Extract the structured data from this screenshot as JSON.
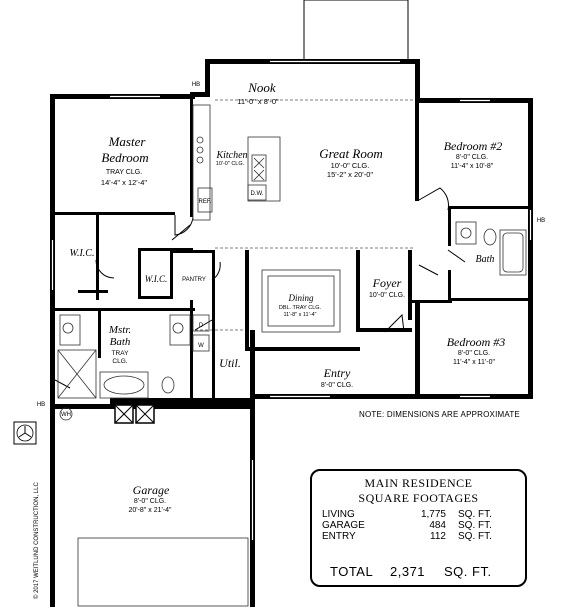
{
  "rooms": {
    "nook": {
      "name": "Nook",
      "dim": "11'-0\" x 8'-0\""
    },
    "master": {
      "name1": "Master",
      "name2": "Bedroom",
      "ceiling": "TRAY CLG.",
      "dim": "14'-4\" x 12'-4\""
    },
    "kitchen": {
      "name": "Kitchen",
      "ceiling": "10'-0\" CLG."
    },
    "great": {
      "name": "Great Room",
      "ceiling": "10'-0\" CLG.",
      "dim": "15'-2\" x 20'-0\""
    },
    "bed2": {
      "name": "Bedroom #2",
      "ceiling": "8'-0\" CLG.",
      "dim": "11'-4\" x 10'-8\""
    },
    "bath": {
      "name": "Bath"
    },
    "wic1": {
      "name": "W.I.C."
    },
    "wic2": {
      "name": "W.I.C."
    },
    "pantry": {
      "name": "PANTRY"
    },
    "foyer": {
      "name": "Foyer",
      "ceiling": "10'-0\" CLG."
    },
    "dining": {
      "name": "Dining",
      "ceiling": "DBL. TRAY CLG.",
      "dim": "11'-8\" x 11'-4\""
    },
    "mstr_bath": {
      "name1": "Mstr.",
      "name2": "Bath",
      "ceiling1": "TRAY",
      "ceiling2": "CLG."
    },
    "util": {
      "name": "Util."
    },
    "bed3": {
      "name": "Bedroom #3",
      "ceiling": "8'-0\" CLG.",
      "dim": "11'-4\" x 11'-0\""
    },
    "entry": {
      "name": "Entry",
      "ceiling": "8'-0\" CLG."
    },
    "garage": {
      "name": "Garage",
      "ceiling": "8'-0\" CLG.",
      "dim": "20'-8\" x 21'-4\""
    }
  },
  "fixtures": {
    "ref": "REF.",
    "dw": "D.W.",
    "washer": "W",
    "dryer": "D",
    "hb": "HB",
    "wh": "WH"
  },
  "note": "NOTE: DIMENSIONS ARE APPROXIMATE",
  "copyright": "© 2017 WEITLUND CONSTRUCTION, LLC",
  "sqft": {
    "heading1": "MAIN RESIDENCE",
    "heading2": "SQUARE FOOTAGES",
    "rows": [
      {
        "label": "LIVING",
        "value": "1,775",
        "unit": "SQ. FT."
      },
      {
        "label": "GARAGE",
        "value": "484",
        "unit": "SQ. FT."
      },
      {
        "label": "ENTRY",
        "value": "112",
        "unit": "SQ. FT."
      }
    ],
    "total_label": "TOTAL",
    "total_value": "2,371",
    "total_unit": "SQ. FT."
  }
}
